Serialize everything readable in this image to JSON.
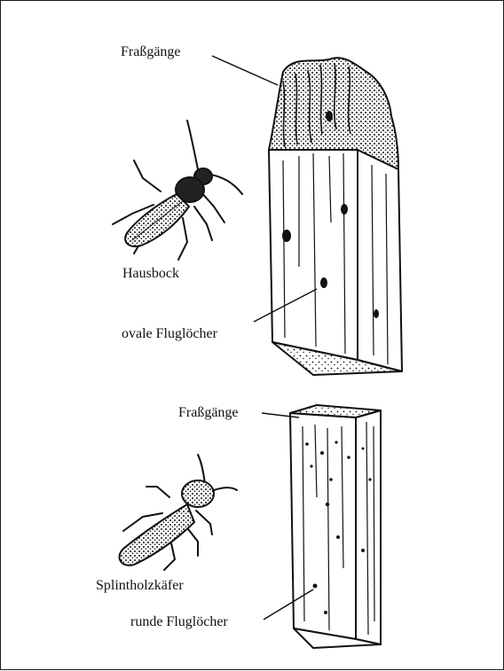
{
  "figure": {
    "top_section": {
      "label_frassgaenge": "Fraßgänge",
      "label_beetle": "Hausbock",
      "label_holes": "ovale Fluglöcher",
      "beetle_icon": "longhorn-beetle-icon",
      "wood_icon": "damaged-wood-beam-icon"
    },
    "bottom_section": {
      "label_frassgaenge": "Fraßgänge",
      "label_beetle": "Splintholzkäfer",
      "label_holes": "runde Fluglöcher",
      "beetle_icon": "powderpost-beetle-icon",
      "wood_icon": "wood-beam-icon"
    }
  }
}
